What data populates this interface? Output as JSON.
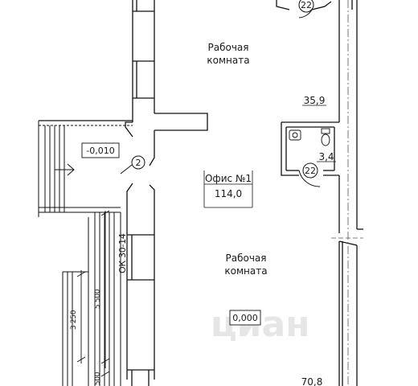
{
  "rooms": {
    "work_room_top": {
      "line1": "Рабочая",
      "line2": "комната",
      "area": "35,9"
    },
    "work_room_bottom": {
      "line1": "Рабочая",
      "line2": "комната",
      "area": "70,8"
    },
    "wc": {
      "area": "3,4"
    }
  },
  "office": {
    "name": "Офис №1",
    "area": "114,0"
  },
  "levels": {
    "outside": "-0,010",
    "inside": "0,000"
  },
  "door_marks": {
    "top": "22",
    "wc": "22"
  },
  "axis_marker": "2",
  "window_mark": "ОК 30-14",
  "dimensions": {
    "d_5500": "5 500",
    "d_3250": "3 250",
    "d_500": "500"
  },
  "watermark": "циан"
}
